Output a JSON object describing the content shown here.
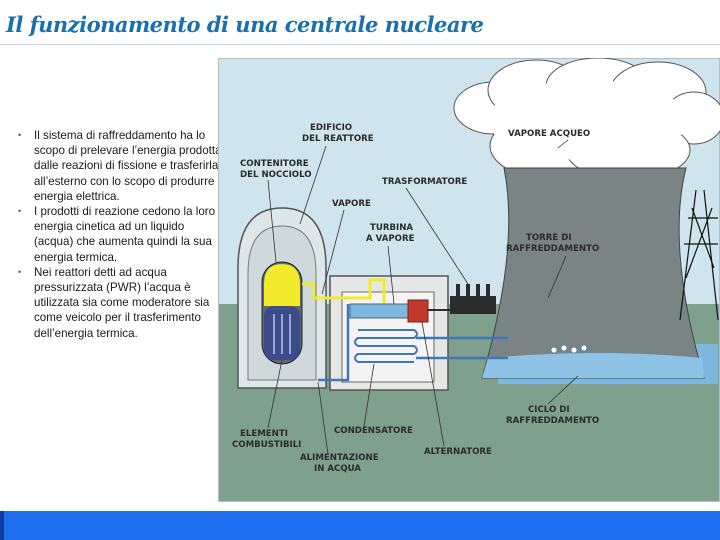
{
  "slide": {
    "title": "Il funzionamento di una centrale nucleare",
    "bullets": [
      "Il sistema di raffreddamento ha lo scopo di prelevare l’energia prodotta dalle reazioni di fissione e trasferirla all’esterno con lo scopo di produrre energia elettrica.",
      "I prodotti di reazione cedono la loro energia cinetica ad un liquido (acqua) che aumenta quindi la sua energia termica.",
      "Nei reattori detti ad acqua pressurizzata (PWR) l’acqua è utilizzata sia come moderatore sia come veicolo per il trasferimento dell’energia termica."
    ]
  },
  "diagram": {
    "labels": {
      "edificio_1": "EDIFICIO",
      "edificio_2": "DEL REATTORE",
      "vapore_acqueo": "VAPORE ACQUEO",
      "contenitore_1": "CONTENITORE",
      "contenitore_2": "DEL NOCCIOLO",
      "trasformatore": "TRASFORMATORE",
      "vapore": "VAPORE",
      "turbina_1": "TURBINA",
      "turbina_2": "A VAPORE",
      "torre_1": "TORRE DI",
      "torre_2": "RAFFREDDAMENTO",
      "ciclo_1": "CICLO DI",
      "ciclo_2": "RAFFREDDAMENTO",
      "elementi_1": "ELEMENTI",
      "elementi_2": "COMBUSTIBILI",
      "condensatore": "CONDENSATORE",
      "alternatore": "ALTERNATORE",
      "alimentazione_1": "ALIMENTAZIONE",
      "alimentazione_2": "IN ACQUA"
    }
  },
  "colors": {
    "title": "#1a6fae",
    "sky": "#cfe4ec",
    "ground": "#7ea08c",
    "tower": "#7b8484",
    "reactor_core": "#f2ea2a",
    "water": "#7db8df",
    "turbine": "#c0392b",
    "bottom_bar": "#1f6ff0"
  }
}
